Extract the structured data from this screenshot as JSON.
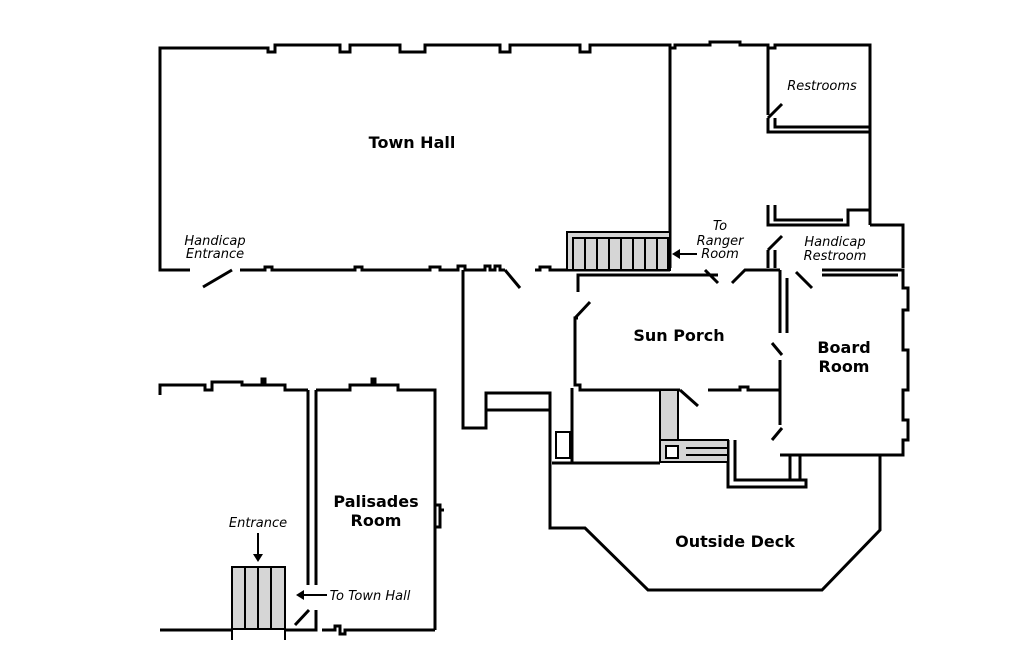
{
  "rooms": {
    "town_hall": "Town Hall",
    "sun_porch": "Sun Porch",
    "board_room_1": "Board",
    "board_room_2": "Room",
    "palisades_1": "Palisades",
    "palisades_2": "Room",
    "outside_deck": "Outside Deck"
  },
  "notes": {
    "restrooms": "Restrooms",
    "handicap_entrance_1": "Handicap",
    "handicap_entrance_2": "Entrance",
    "to_ranger_1": "To",
    "to_ranger_2": "Ranger",
    "to_ranger_3": "Room",
    "handicap_restroom_1": "Handicap",
    "handicap_restroom_2": "Restroom",
    "entrance": "Entrance",
    "to_town_hall": "To Town Hall"
  },
  "colors": {
    "wall": "#000000",
    "stair_fill": "#d6d6d6",
    "background": "#ffffff"
  }
}
